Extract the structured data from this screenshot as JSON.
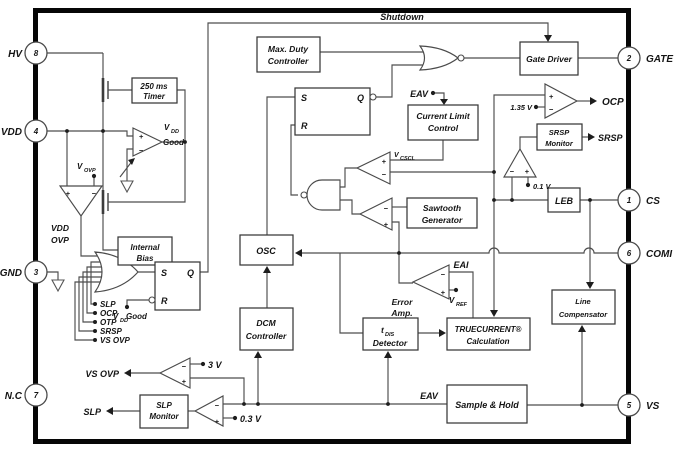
{
  "title": "Power controller IC functional block diagram",
  "pins": {
    "hv": {
      "label": "HV",
      "num": "8"
    },
    "vdd": {
      "label": "VDD",
      "num": "4"
    },
    "gnd": {
      "label": "GND",
      "num": "3"
    },
    "nc": {
      "label": "N.C",
      "num": "7"
    },
    "gate": {
      "label": "GATE",
      "num": "2"
    },
    "cs": {
      "label": "CS",
      "num": "1"
    },
    "comi": {
      "label": "COMI",
      "num": "6"
    },
    "vs": {
      "label": "VS",
      "num": "5"
    }
  },
  "boxes": {
    "timer": {
      "l1": "250 ms",
      "l2": "Timer"
    },
    "max_duty": {
      "l1": "Max. Duty",
      "l2": "Controller"
    },
    "gate_driver": {
      "l1": "Gate Driver"
    },
    "current_limit": {
      "l1": "Current Limit",
      "l2": "Control"
    },
    "sawtooth": {
      "l1": "Sawtooth",
      "l2": "Generator"
    },
    "srsp_monitor": {
      "l1": "SRSP",
      "l2": "Monitor"
    },
    "leb": {
      "l1": "LEB"
    },
    "internal_bias": {
      "l1": "Internal",
      "l2": "Bias"
    },
    "osc": {
      "l1": "OSC"
    },
    "dcm": {
      "l1": "DCM",
      "l2": "Controller"
    },
    "tdis": {
      "main": "t",
      "sub": "DIS",
      "l2": "Detector"
    },
    "truecurrent": {
      "l1": "TRUECURRENT®",
      "l2": "Calculation"
    },
    "sample_hold": {
      "l1": "Sample & Hold"
    },
    "line_comp": {
      "l1": "Line",
      "l2": "Compensator"
    },
    "slp_monitor": {
      "l1": "SLP",
      "l2": "Monitor"
    }
  },
  "latches": {
    "pwm": {
      "s": "S",
      "q": "Q",
      "r": "R"
    },
    "fault": {
      "s": "S",
      "q": "Q",
      "r": "R"
    }
  },
  "signals": {
    "shutdown": "Shutdown",
    "eav_top": "EAV",
    "eav_bottom": "EAV",
    "eai": "EAI",
    "ocp_out": "OCP",
    "srsp_out": "SRSP",
    "vs_ovp_out": "VS OVP",
    "slp_out": "SLP",
    "vdd_good_cmp": {
      "main": "V",
      "sub": "DD",
      "l2": "Good"
    },
    "vdd_good_reset": {
      "main": "V",
      "sub": "DD",
      "rest": "Good"
    },
    "vovp": {
      "main": "V",
      "sub": "OVP"
    },
    "vcscl": {
      "main": "V",
      "sub": "CSCL"
    },
    "vref": {
      "main": "V",
      "sub": "REF"
    },
    "vdd_ovp_cmp": {
      "l1": "VDD",
      "l2": "OVP"
    },
    "error_amp": {
      "l1": "Error",
      "l2": "Amp."
    }
  },
  "voltages": {
    "v135": "1.35 V",
    "v01": "0.1 V",
    "v3": "3 V",
    "v03": "0.3 V"
  },
  "fault_inputs": [
    "SLP",
    "OCP",
    "OTP",
    "SRSP",
    "VS OVP"
  ],
  "polarity": {
    "plus": "+",
    "minus": "−"
  },
  "colors": {
    "wire": "#4d4d4d",
    "box_border": "#383838",
    "text": "#141414",
    "frame": "#060606",
    "background": "#ffffff"
  }
}
